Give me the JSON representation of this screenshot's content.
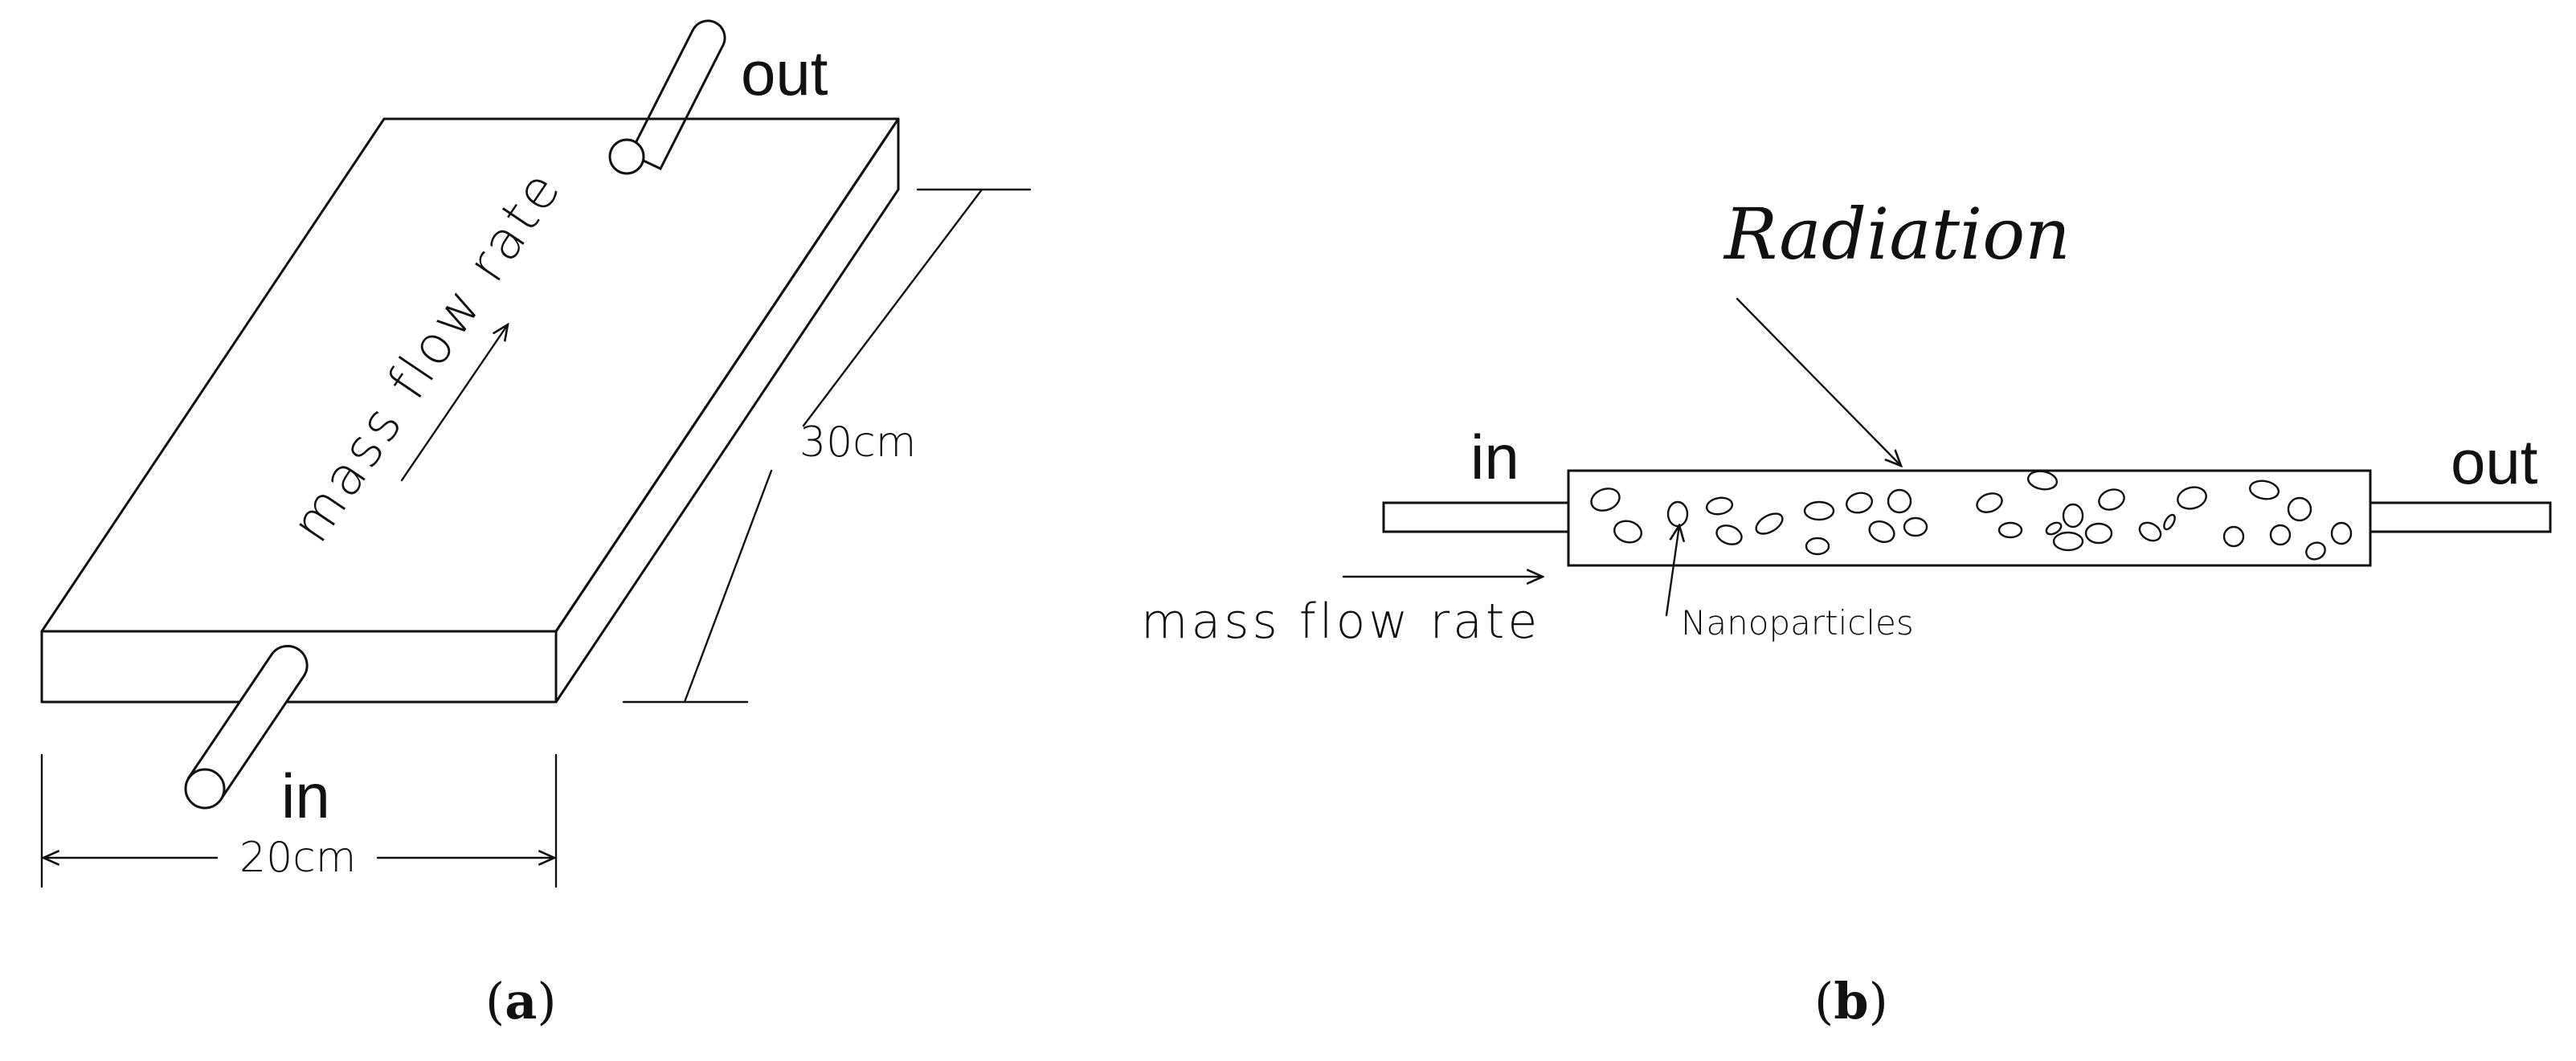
{
  "panel_a": {
    "label_out": "out",
    "label_in": "in",
    "flow_label": "mass flow rate",
    "dim_length": "30cm",
    "dim_width": "20cm",
    "caption_open": "(",
    "caption_letter": "a",
    "caption_close": ")"
  },
  "panel_b": {
    "radiation_label": "Radiation",
    "label_in": "in",
    "label_out": "out",
    "flow_label": "mass flow rate",
    "nanoparticles_label": "Nanoparticles",
    "caption_open": "(",
    "caption_letter": "b",
    "caption_close": ")"
  }
}
